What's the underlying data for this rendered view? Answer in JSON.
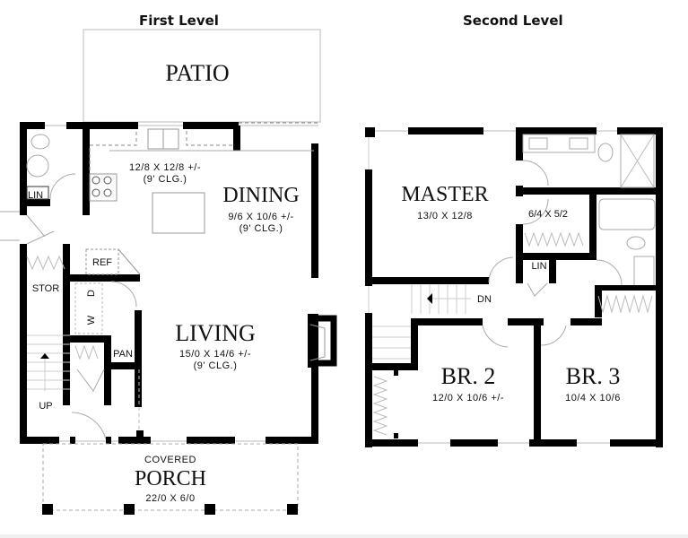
{
  "levels": {
    "first": {
      "title": "First Level",
      "rooms": {
        "patio": {
          "label": "PATIO"
        },
        "kitchen": {
          "dims": "12/8 X 12/8 +/-",
          "ceiling": "(9' CLG.)"
        },
        "dining": {
          "label": "DINING",
          "dims": "9/6 X 10/6 +/-",
          "ceiling": "(9' CLG.)"
        },
        "living": {
          "label": "LIVING",
          "dims": "15/0 X 14/6 +/-",
          "ceiling": "(9' CLG.)"
        },
        "porch": {
          "prefix": "COVERED",
          "label": "PORCH",
          "dims": "22/0 X 6/0"
        }
      },
      "labels": {
        "lin": "LIN",
        "ref": "REF",
        "stor": "STOR",
        "dryer": "D",
        "washer": "W",
        "pan": "PAN",
        "up": "UP"
      }
    },
    "second": {
      "title": "Second Level",
      "rooms": {
        "master": {
          "label": "MASTER",
          "dims": "13/0 X 12/8"
        },
        "closet": {
          "dims": "6/4 X 5/2"
        },
        "br2": {
          "label": "BR. 2",
          "dims": "12/0 X 10/6 +/-"
        },
        "br3": {
          "label": "BR. 3",
          "dims": "10/4 X 10/6"
        }
      },
      "labels": {
        "lin": "LIN",
        "dn": "DN"
      }
    }
  },
  "colors": {
    "wall": "#000000",
    "thin": "#bbbbbb",
    "background": "#ffffff"
  }
}
